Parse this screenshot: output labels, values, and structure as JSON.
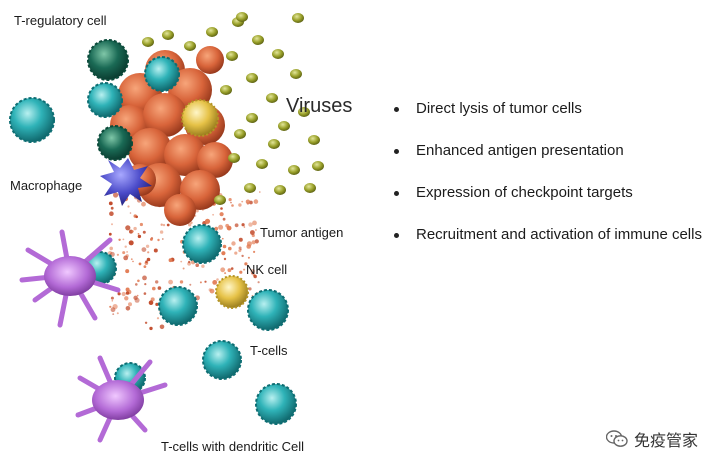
{
  "labels": {
    "t_regulatory": "T-regulatory cell",
    "viruses": "Viruses",
    "macrophage": "Macrophage",
    "tumor_antigen": "Tumor antigen",
    "nk_cell": "NK cell",
    "t_cells": "T-cells",
    "t_cells_dendritic": "T-cells with dendritic Cell"
  },
  "bullets": [
    "Direct lysis of tumor cells",
    "Enhanced antigen presentation",
    "Expression of checkpoint targets",
    "Recruitment and activation of immune cells"
  ],
  "watermark": {
    "text": "免疫管家",
    "icon": "wechat-icon"
  },
  "colors": {
    "virus": "#9aa12a",
    "tumor": "#d8643a",
    "t_cell": "#2fb3b8",
    "t_regulatory": "#1a6a55",
    "nk_cell": "#e6c247",
    "macrophage": "#4a4ac8",
    "dendritic": "#b36ad6",
    "antigen": "#c24a2a"
  }
}
